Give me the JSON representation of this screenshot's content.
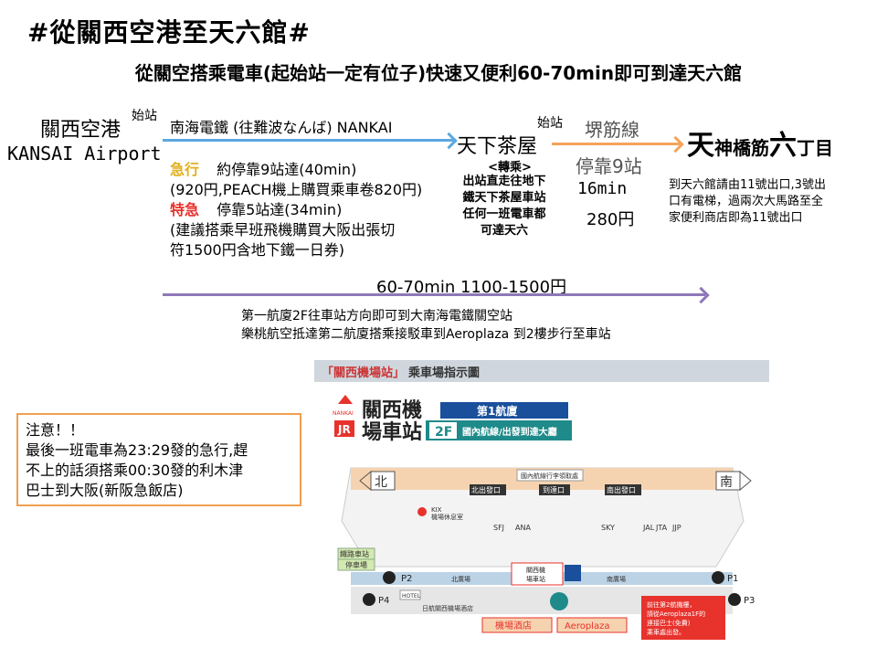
{
  "header": {
    "title": "#從關西空港至天六館#",
    "subtitle": "從關空搭乘電車(起始站一定有位子)快速又便利60-70min即可到達天六館"
  },
  "origin": {
    "name_zh": "關西空港",
    "name_en": "KANSAI Airport",
    "tag": "始站"
  },
  "leg1": {
    "line": "南海電鐵 (往難波なんば) NANKAI",
    "express_label": "急行",
    "express_text": "約停靠9站達(40min)",
    "express_price": "(920円,PEACH機上購買乘車卷820円)",
    "ltd_label": "特急",
    "ltd_text": "停靠5站達(34min)",
    "ltd_note1": "(建議搭乘早班飛機購買大阪出張切",
    "ltd_note2": "符1500円含地下鐵一日券)"
  },
  "transfer": {
    "name": "天下茶屋",
    "tag": "始站",
    "label": "<轉乘>",
    "note1": "出站直走往地下",
    "note2": "鐵天下茶屋車站",
    "note3": "任何一班電車都",
    "note4": "可達天六"
  },
  "leg2": {
    "line": "堺筋線",
    "stops": "停靠9站",
    "time": "16min",
    "price": "280円"
  },
  "destination": {
    "ch1": "天",
    "ch2": "神橋筋",
    "ch3": "六",
    "ch4": "丁目",
    "note1": "到天六館請由11號出口,3號出",
    "note2": "口有電梯，過兩次大馬路至全",
    "note3": "家便利商店即為11號出口"
  },
  "total": {
    "summary": "60-70min 1100-1500円",
    "note1": "第一航廈2F往車站方向即可到大南海電鐵關空站",
    "note2": "樂桃航空抵達第二航廈搭乘接駁車到Aeroplaza 到2樓步行至車站"
  },
  "warning": {
    "line1": "注意！！",
    "line2": "最後一班電車為23:29發的急行,趕",
    "line3": "不上的話須搭乘00:30發的利木津",
    "line4": "巴士到大阪(新阪急飯店)"
  },
  "map": {
    "header_red": "「關西機場站」",
    "header_dark": "乘車場指示圖",
    "brand_top": "關西機",
    "brand_bottom": "場車站",
    "nankai": "NANKAI",
    "jr": "JR",
    "terminal": "第1航廈",
    "floor": "2F",
    "floor_desc": "國內航線/出發到達大廳",
    "north": "北",
    "south": "南",
    "baggage": "國內航線行李領取處",
    "north_exit": "北出發口",
    "arrival_exit": "到達口",
    "south_exit": "南出發口",
    "kix_lounge": "KIX",
    "kix_lounge2": "機場休息室",
    "sfj": "SFJ",
    "ana": "ANA",
    "sky": "SKY",
    "jal": "JAL",
    "jta": "JTA",
    "jjp": "JJP",
    "rail_station": "鐵路車站",
    "parking": "停車場",
    "p1": "P1",
    "p2": "P2",
    "p3": "P3",
    "p4": "P4",
    "north_square": "北廣場",
    "south_square": "南廣場",
    "station_small1": "關西機",
    "station_small2": "場車站",
    "hotel": "HOTEL",
    "hotel_name": "日航關西機場酒店",
    "airport_hotel": "機場酒店",
    "aeroplaza": "Aeroplaza",
    "notice1": "前往第2航機樓，",
    "notice2": "請從Aeroplaza1F的",
    "notice3": "連接巴士(免費)",
    "notice4": "乘車處出發。",
    "colors": {
      "red": "#e8322c",
      "teal": "#1f8a8a",
      "blue": "#1a4f9c",
      "orange": "#f59a2d"
    }
  }
}
